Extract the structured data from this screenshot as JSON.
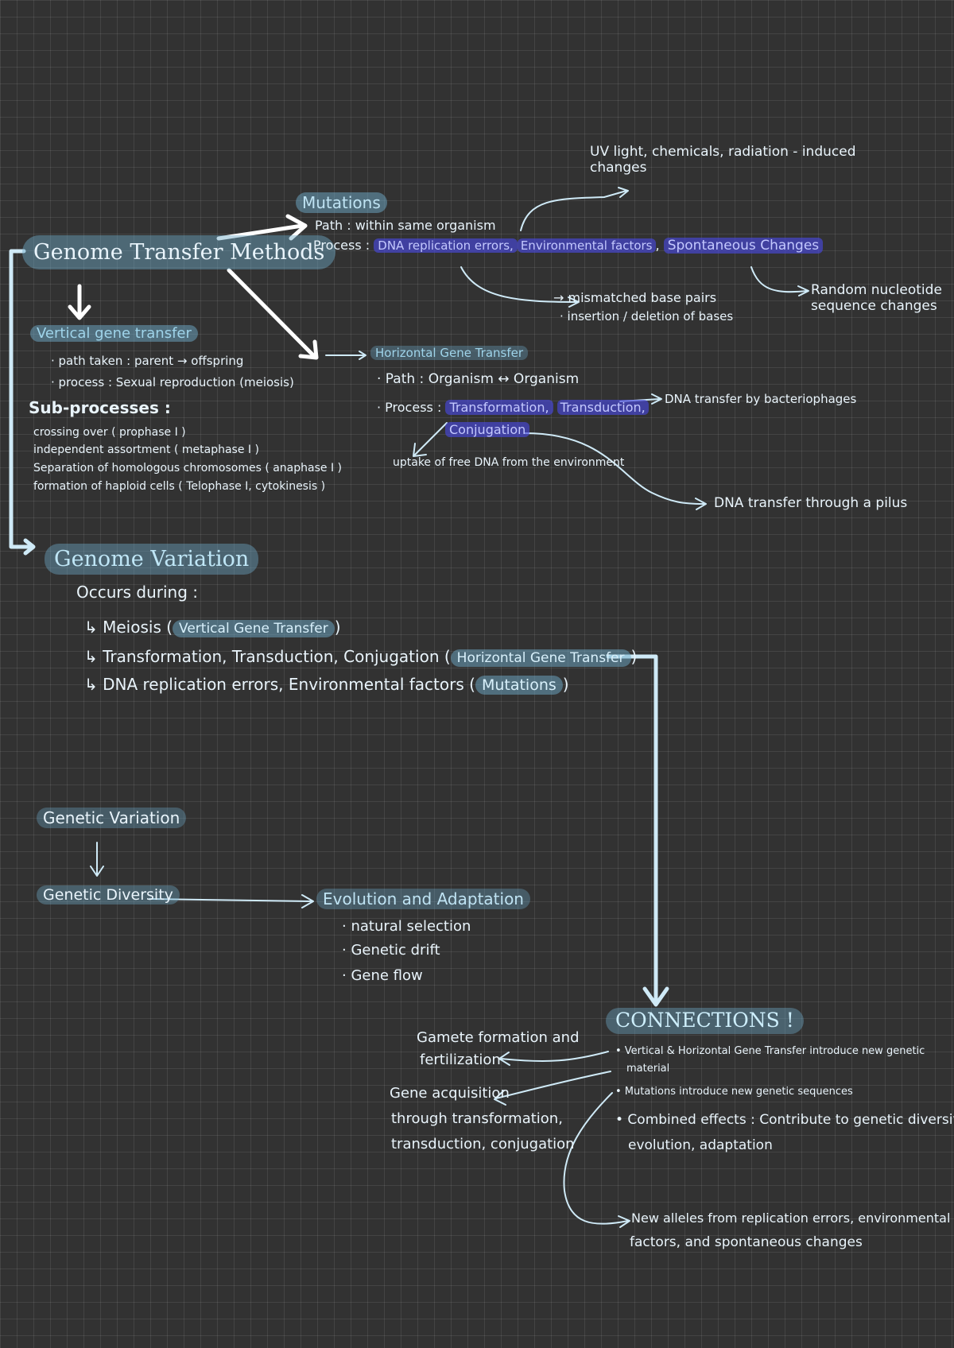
{
  "genome_transfer_methods": {
    "title": "Genome Transfer Methods"
  },
  "vertical_transfer": {
    "heading": "Vertical gene transfer",
    "path": "· path taken : parent → offspring",
    "process": "· process : Sexual reproduction (meiosis)",
    "subprocess_heading": "Sub-processes :",
    "subprocesses": [
      "crossing over ( prophase I )",
      "independent assortment ( metaphase I )",
      "Separation of homologous chromosomes ( anaphase I )",
      "formation of haploid cells ( Telophase I, cytokinesis )"
    ]
  },
  "mutations": {
    "heading": "Mutations",
    "path": "Path : within same organism",
    "process_label": "Process :",
    "process_1": "DNA replication errors,",
    "process_2": "Environmental factors",
    "process_sep": ",",
    "process_3": "Spontaneous Changes",
    "note_uv": "UV light, chemicals, radiation - induced changes",
    "note_mismatch_1": "→ mismatched base pairs",
    "note_mismatch_2": "· insertion / deletion of bases",
    "note_random": "Random nucleotide sequence changes"
  },
  "horizontal_transfer": {
    "heading": "Horizontal Gene Transfer",
    "path": "· Path :  Organism ↔ Organism",
    "process_label": "· Process :",
    "process_1": "Transformation,",
    "process_2": "Transduction,",
    "process_3": "Conjugation",
    "note_bacteriophage": "DNA transfer by bacteriophages",
    "note_uptake": "uptake of free DNA from the environment",
    "note_pilus": "DNA transfer through a pilus"
  },
  "genome_variation": {
    "title": "Genome Variation",
    "occurs": "Occurs during :",
    "line1_text": "↳ Meiosis (",
    "line1_hl": "Vertical Gene Transfer",
    "line1_end": ")",
    "line2_text": "↳ Transformation, Transduction, Conjugation (",
    "line2_hl": "Horizontal Gene Transfer",
    "line2_end": ")",
    "line3_text": "↳ DNA replication errors, Environmental factors (",
    "line3_hl": "Mutations",
    "line3_end": ")"
  },
  "genetic_variation": {
    "title": "Genetic Variation",
    "diversity": "Genetic Diversity",
    "evolution": "Evolution and Adaptation",
    "items": [
      "· natural selection",
      "· Genetic drift",
      "· Gene flow"
    ]
  },
  "connections": {
    "title": "CONNECTIONS !",
    "bullet_1a": "• Vertical & Horizontal Gene Transfer introduce new genetic",
    "bullet_1b": "material",
    "bullet_2": "• Mutations introduce new genetic sequences",
    "bullet_3a": "• Combined effects :  Contribute to genetic diversity,",
    "bullet_3b": "evolution, adaptation",
    "note_gamete_1": "Gamete formation and",
    "note_gamete_2": "fertilization",
    "note_gene_1": "Gene acquisition",
    "note_gene_2": "through transformation,",
    "note_gene_3": "transduction, conjugation",
    "note_alleles_1": "New alleles from replication errors, environmental",
    "note_alleles_2": "factors, and spontaneous changes"
  }
}
